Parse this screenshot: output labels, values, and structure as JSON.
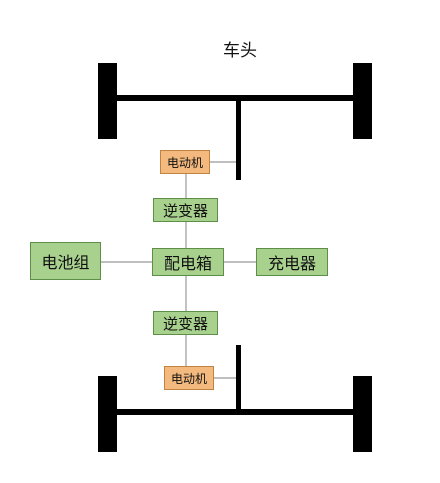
{
  "diagram": {
    "title": "车头",
    "nodes": {
      "motor_front": "电动机",
      "inverter_front": "逆变器",
      "battery": "电池组",
      "distribution_box": "配电箱",
      "charger": "充电器",
      "inverter_rear": "逆变器",
      "motor_rear": "电动机"
    },
    "colors": {
      "node_green": "#a9d18e",
      "node_orange": "#f4b97e",
      "axle": "#000000",
      "connector": "#999999"
    }
  }
}
